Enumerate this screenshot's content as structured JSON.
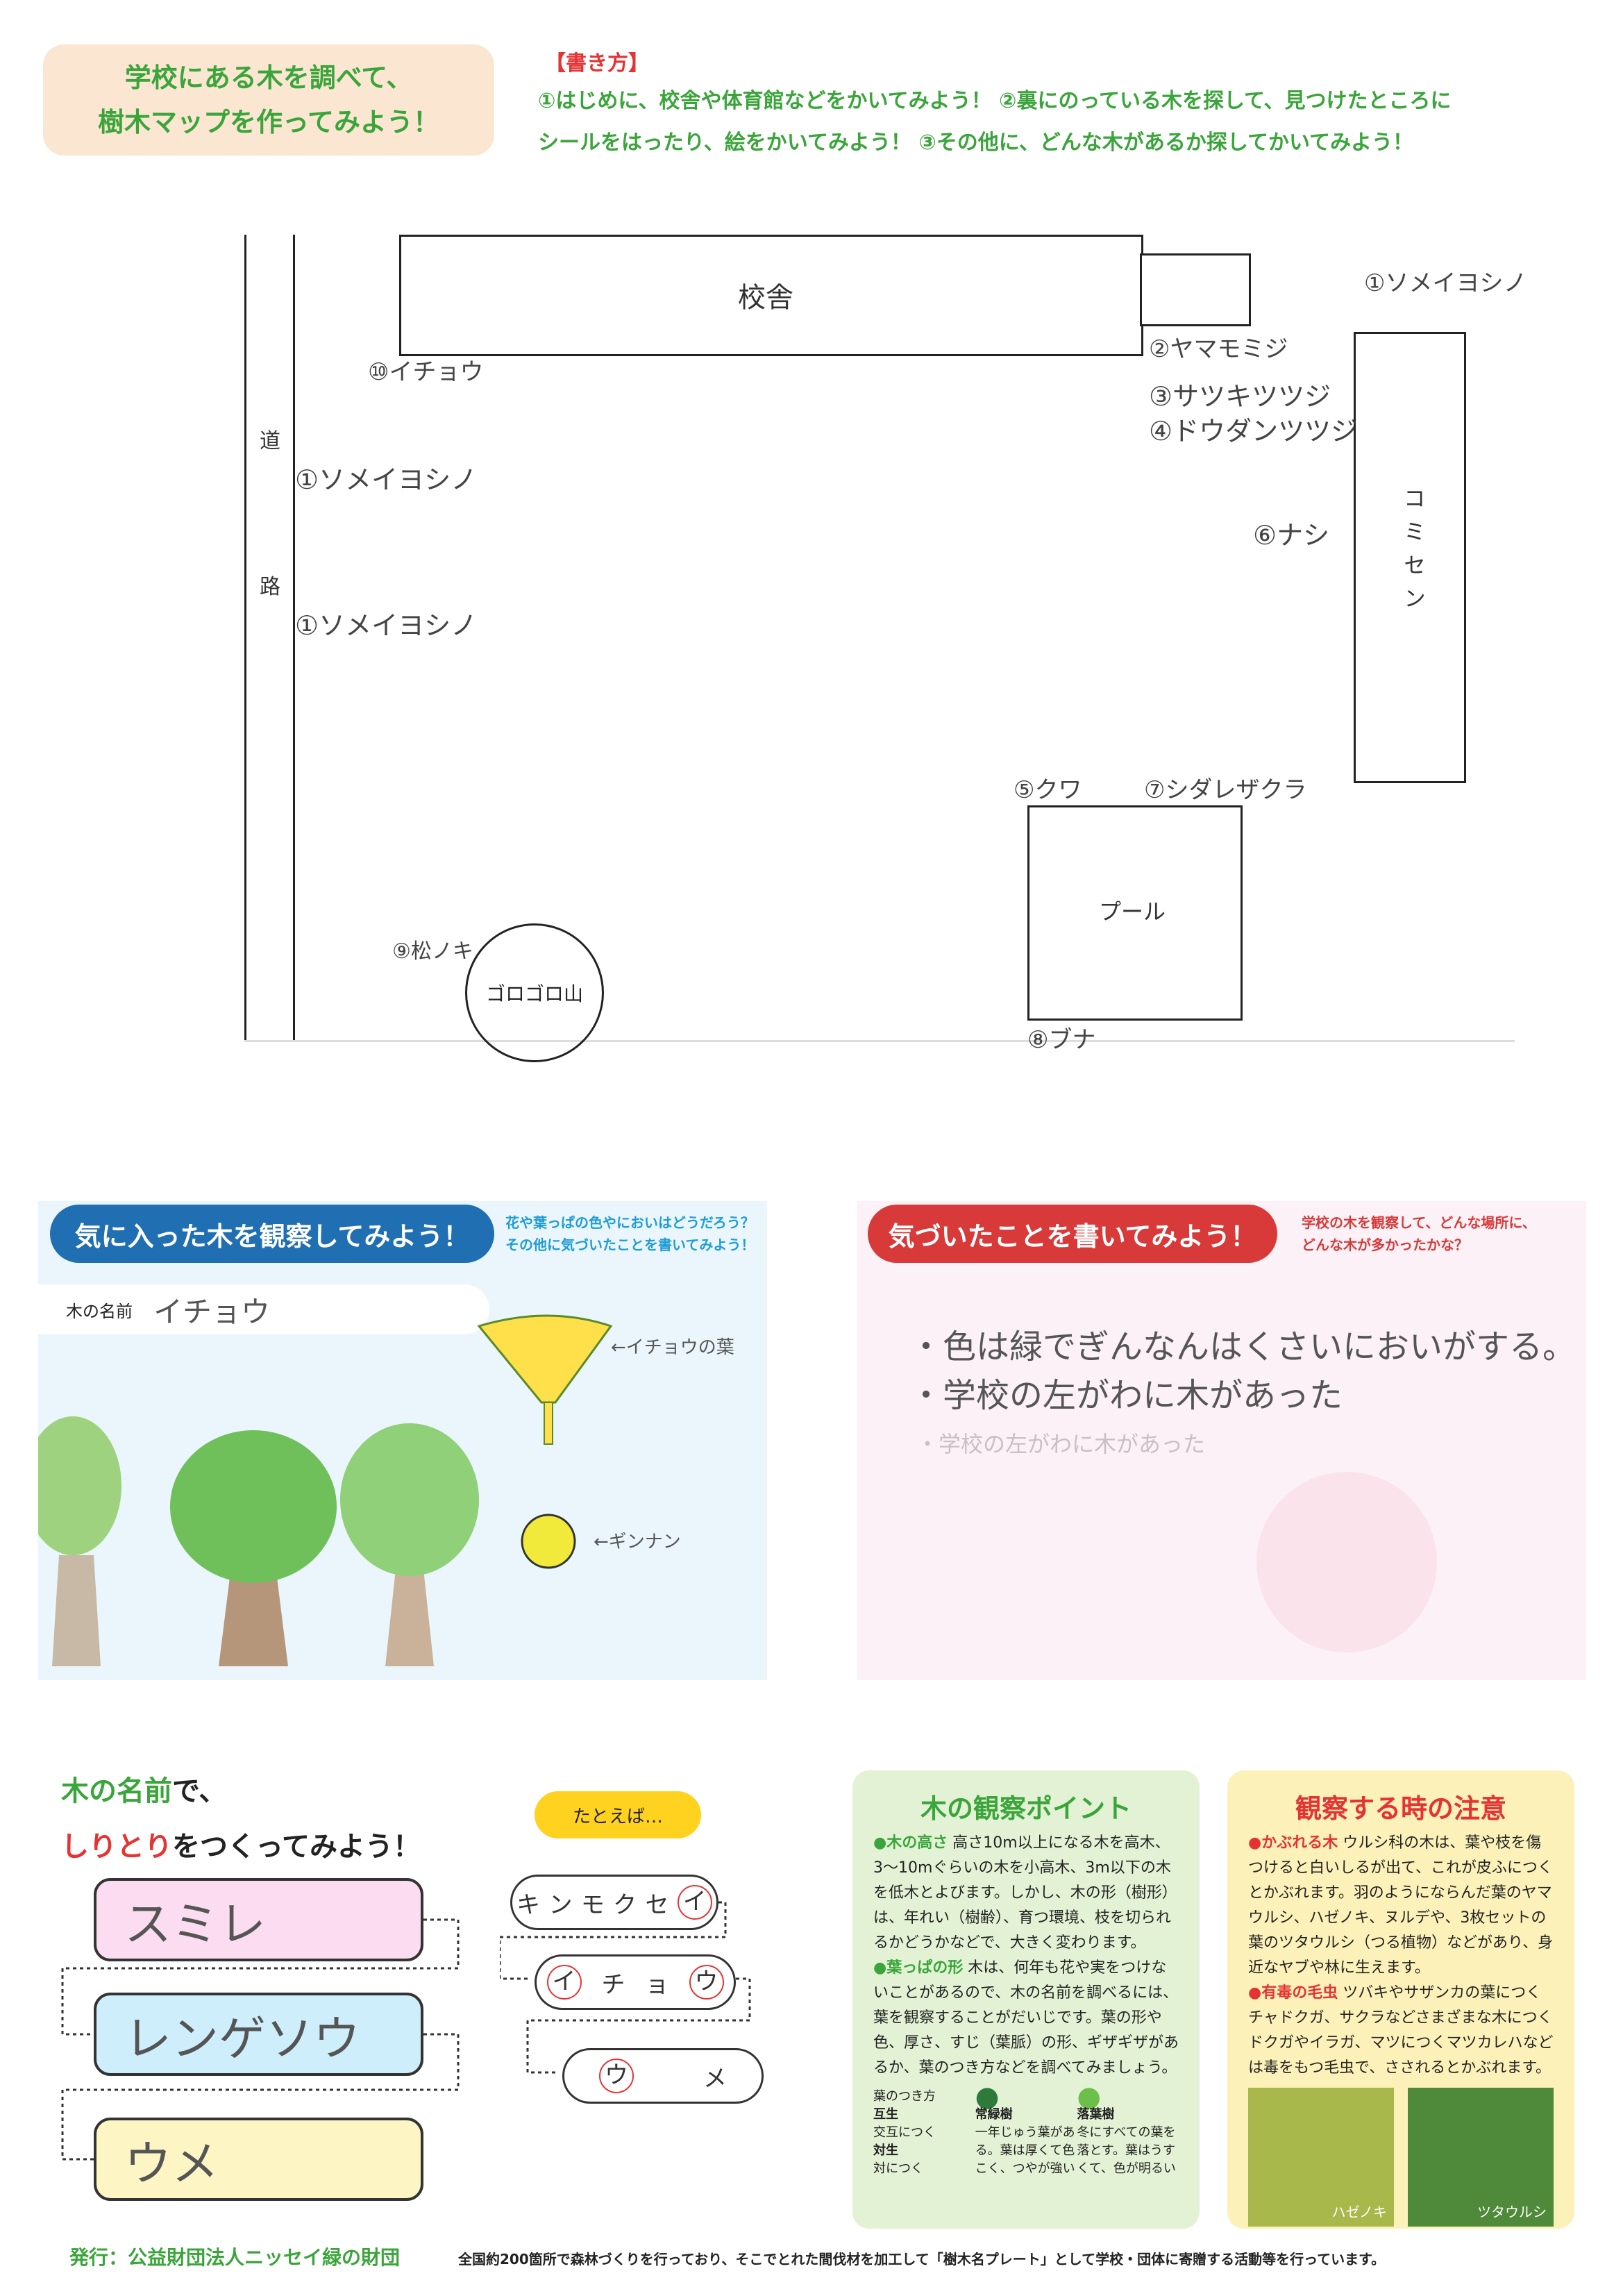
{
  "header": {
    "title_line1": "学校にある木を調べて、",
    "title_line2": "樹木マップを作ってみよう！",
    "howto_title": "【書き方】",
    "howto_lines": [
      "①はじめに、校舎や体育館などをかいてみよう！ ②裏にのっている木を探して、見つけたところに",
      "シールをはったり、絵をかいてみよう！ ③その他に、どんな木があるか探してかいてみよう！"
    ]
  },
  "map": {
    "school_building": "校舎",
    "road_char1": "道",
    "road_char2": "路",
    "community_center": "コミセン",
    "pool": "プール",
    "hill": "ゴロゴロ山",
    "trees": {
      "t1a": "①ソメイヨシノ",
      "t2": "②ヤマモミジ",
      "t3": "③サツキツツジ",
      "t4": "④ドウダンツツジ",
      "t6": "⑥ナシ",
      "t10": "⑩イチョウ",
      "t1b": "①ソメイヨシノ",
      "t1c": "①ソメイヨシノ",
      "t5": "⑤クワ",
      "t7": "⑦シダレザクラ",
      "t9": "⑨松ノキ",
      "t8": "⑧ブナ"
    }
  },
  "observe": {
    "pill_label": "気に入った木を観察してみよう！",
    "note_line1": "花や葉っぱの色やにおいはどうだろう？",
    "note_line2": "その他に気づいたことを書いてみよう！",
    "tree_name_label": "木の名前",
    "tree_name_value": "イチョウ",
    "leaf_label": "←イチョウの葉",
    "nut_label": "←ギンナン"
  },
  "notice": {
    "pill_label": "気づいたことを書いてみよう！",
    "note_line1": "学校の木を観察して、どんな場所に、",
    "note_line2": "どんな木が多かったかな？",
    "line1": "・色は緑でぎんなんはくさいにおいがする。",
    "line2": "・学校の左がわに木があった",
    "line3": "・学校の左がわに木があった"
  },
  "shiritori": {
    "title_part1": "木の名前",
    "title_part2": "で、",
    "title_part3": "しりとり",
    "title_part4": "をつくってみよう！",
    "answers": [
      "スミレ",
      "レンゲソウ",
      "ウメ"
    ],
    "example_label": "たとえば…",
    "example1": [
      "キ",
      "ン",
      "モ",
      "ク",
      "セ",
      "イ"
    ],
    "example2": [
      "イ",
      "チ",
      "ョ",
      "ウ"
    ],
    "example3": [
      "ウ",
      "メ"
    ]
  },
  "points": {
    "title": "木の観察ポイント",
    "height_head": "●木の高さ",
    "height_text": "高さ10m以上になる木を高木、3〜10mぐらいの木を小高木、3m以下の木を低木とよびます。しかし、木の形（樹形）は、年れい（樹齢）、育つ環境、枝を切られるかどうかなどで、大きく変わります。",
    "leaf_head": "●葉っぱの形",
    "leaf_text": "木は、何年も花や実をつけないことがあるので、木の名前を調べるには、葉を観察することがだいじです。葉の形や色、厚さ、すじ（葉脈）の形、ギザギザがあるか、葉のつき方などを調べてみましょう。",
    "arrangement": "葉のつき方",
    "alternate": "互生",
    "alternate_desc": "交互につく",
    "opposite": "対生",
    "opposite_desc": "対につく",
    "evergreen": "常緑樹",
    "evergreen_desc": "一年じゅう葉がある。葉は厚くて色こく、つやが強い",
    "deciduous": "落葉樹",
    "deciduous_desc": "冬にすべての葉を落とす。葉はうすくて、色が明るい"
  },
  "caution": {
    "title": "観察する時の注意",
    "rash_head": "●かぶれる木",
    "rash_text": "ウルシ科の木は、葉や枝を傷つけると白いしるが出て、これが皮ふにつくとかぶれます。羽のようにならんだ葉のヤマウルシ、ハゼノキ、ヌルデや、3枚セットの葉のツタウルシ（つる植物）などがあり、身近なヤブや林に生えます。",
    "bug_head": "●有毒の毛虫",
    "bug_text": "ツバキやサザンカの葉につくチャドクガ、サクラなどさまざまな木につくドクガやイラガ、マツにつくマツカレハなどは毒をもつ毛虫で、さされるとかぶれます。",
    "photo1": "ハゼノキ",
    "photo2": "ツタウルシ"
  },
  "footer": {
    "publisher": "発行：公益財団法人ニッセイ緑の財団",
    "desc": "全国約200箇所で森林づくりを行っており、そこでとれた間伐材を加工して「樹木名プレート」として学校・団体に寄贈する活動等を行っています。"
  },
  "colors": {
    "green": "#3aa53a",
    "red": "#e53333",
    "blue_pill": "#1f6fb2",
    "red_pill": "#d83a3a"
  }
}
